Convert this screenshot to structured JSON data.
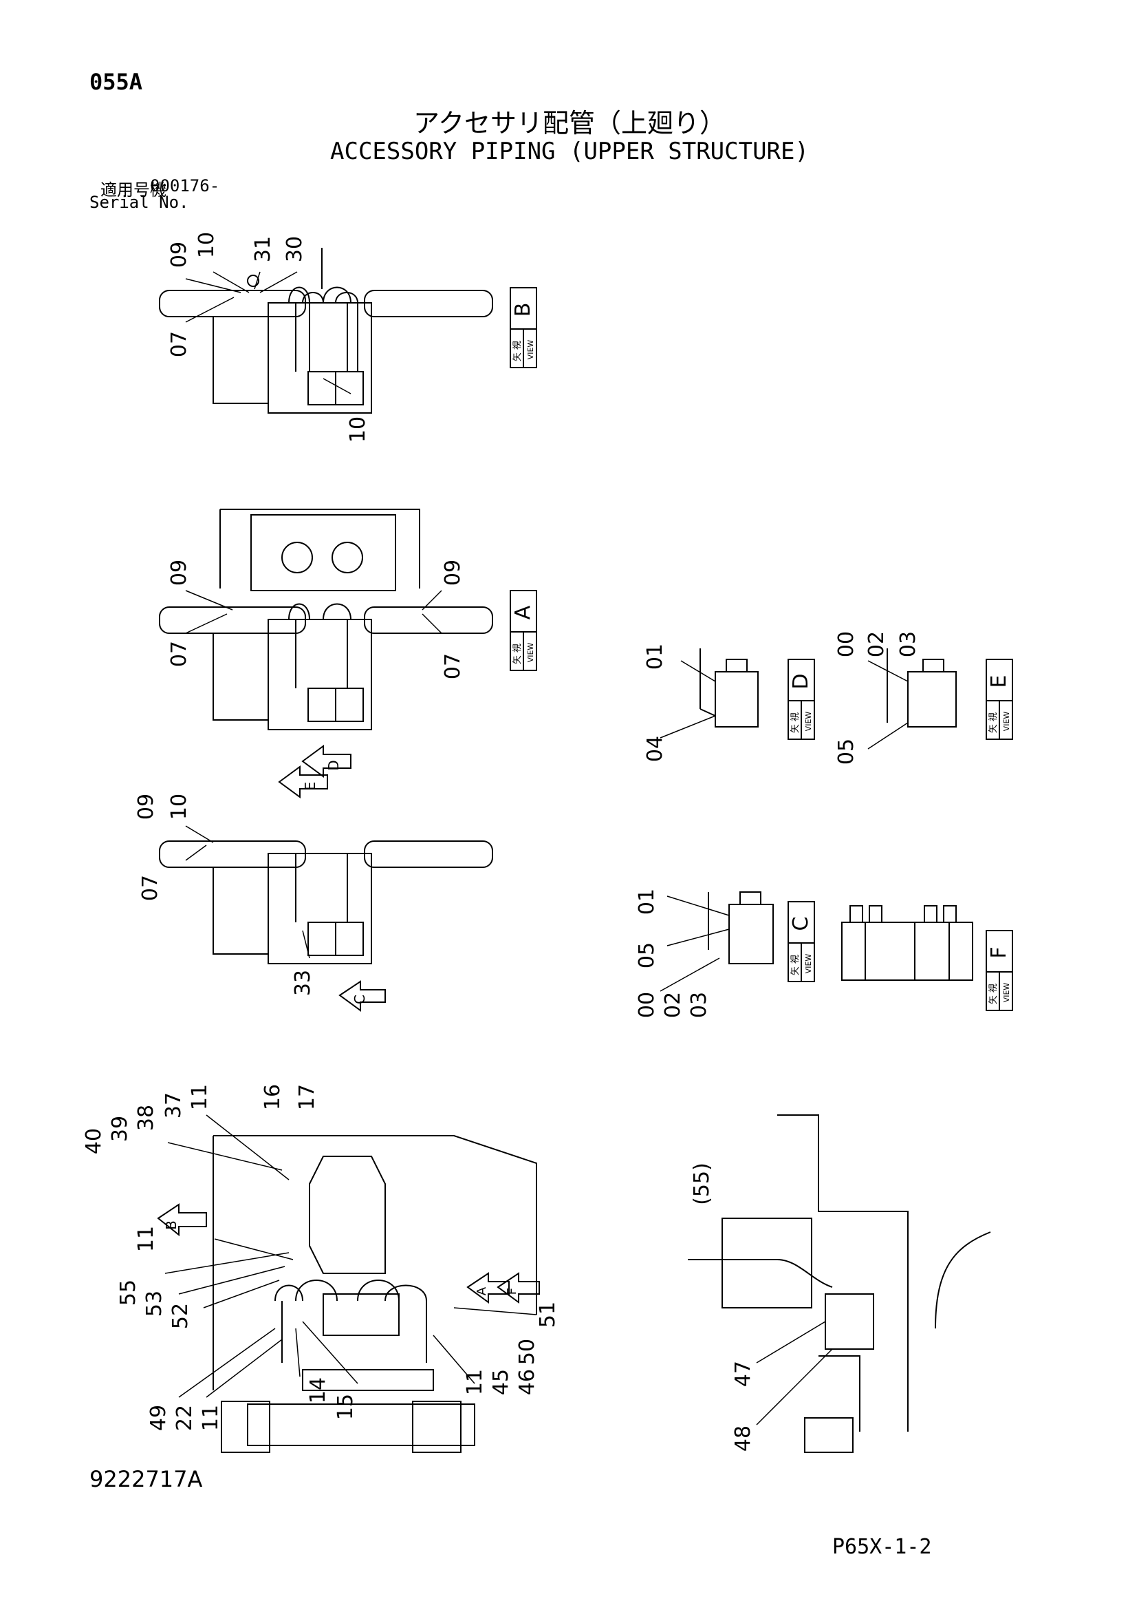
{
  "header": {
    "page_code": "055A",
    "title_ja": "アクセサリ配管（上廻り）",
    "title_en": "ACCESSORY PIPING (UPPER STRUCTURE)",
    "serial_label_ja": "適用号機",
    "serial_value": "000176-",
    "serial_label_en": "Serial No."
  },
  "views": {
    "view_ja": "矢 視",
    "view_en": "VIEW",
    "letters": {
      "A": "A",
      "B": "B",
      "C": "C",
      "D": "D",
      "E": "E",
      "F": "F"
    }
  },
  "callouts": {
    "view_b": [
      "09",
      "10",
      "31",
      "30",
      "07",
      "10"
    ],
    "view_a": [
      "09",
      "09",
      "07",
      "07"
    ],
    "view_c": [
      "09",
      "10",
      "07",
      "33"
    ],
    "view_d": [
      "01",
      "04"
    ],
    "view_e": [
      "00",
      "02",
      "03",
      "05"
    ],
    "view_c_detail": [
      "01",
      "05",
      "00",
      "02",
      "03"
    ],
    "main_left": [
      "40",
      "39",
      "38",
      "37",
      "11",
      "16",
      "17",
      "11",
      "55",
      "53",
      "52",
      "49",
      "22",
      "11",
      "14",
      "15",
      "11",
      "45",
      "46",
      "50",
      "51"
    ],
    "main_right": [
      "(55)",
      "47",
      "48"
    ]
  },
  "footer": {
    "drawing_number": "9222717A",
    "page_ref": "P65X-1-2"
  }
}
